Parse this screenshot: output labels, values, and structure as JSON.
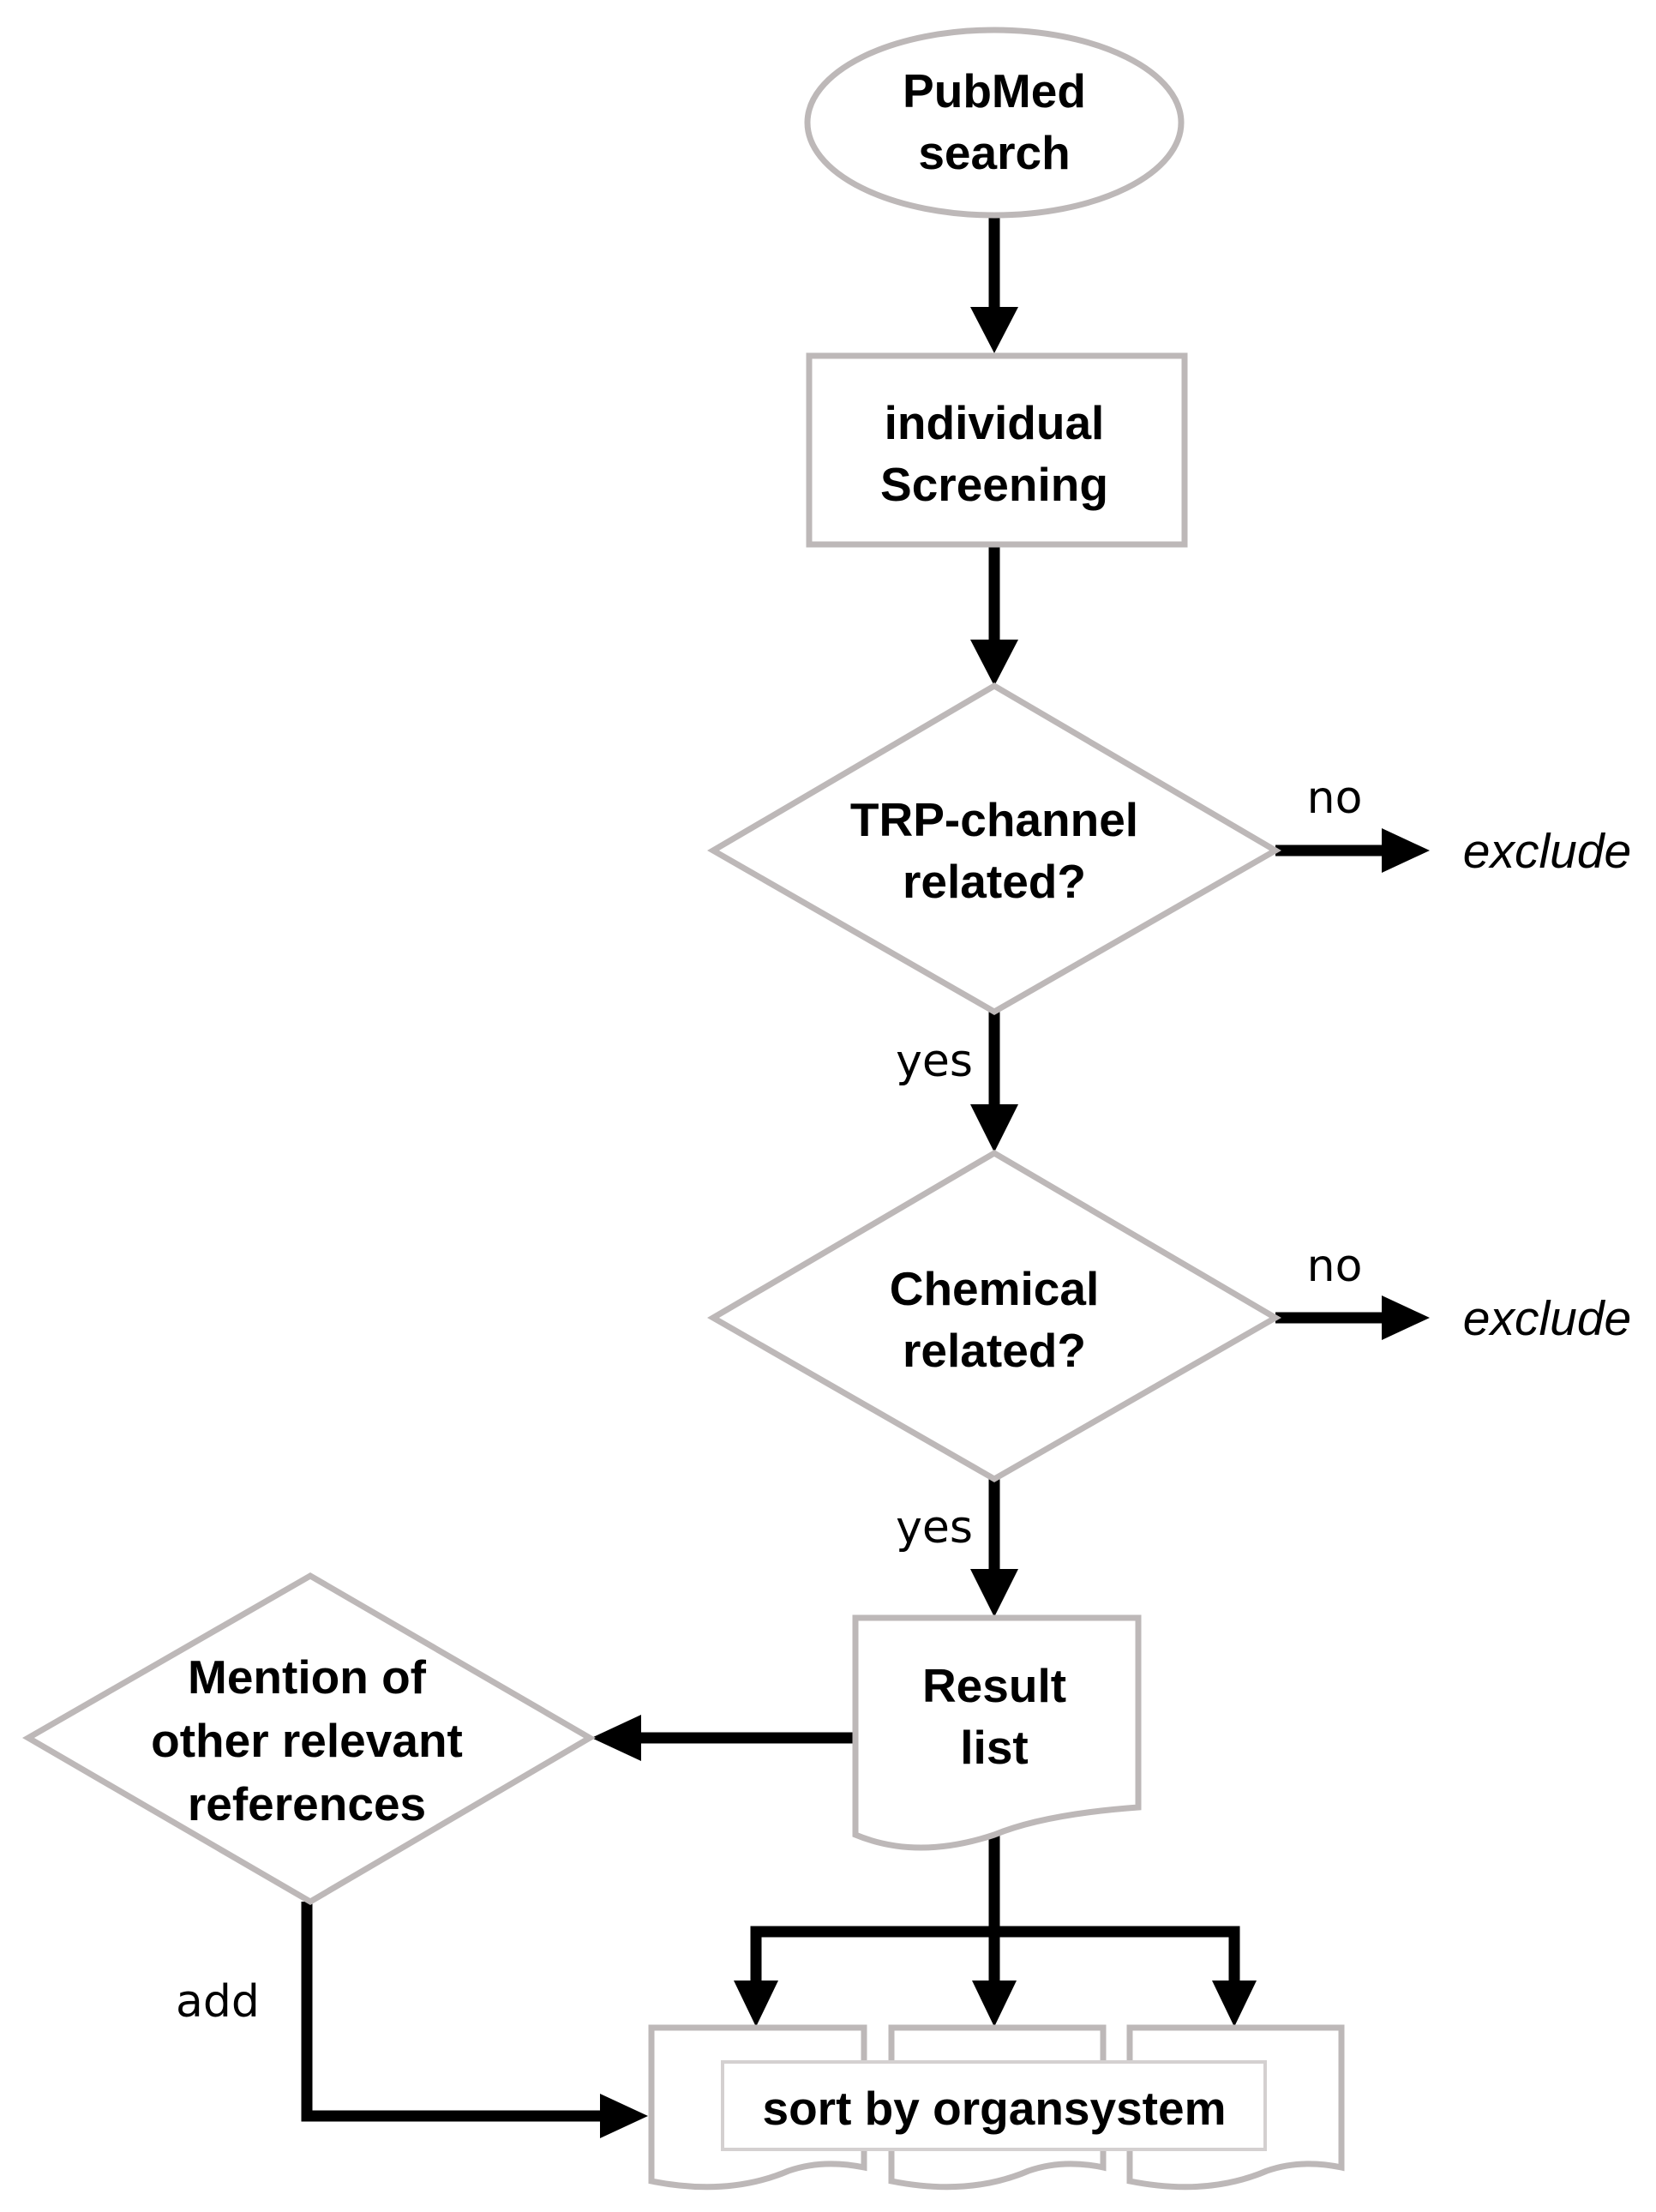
{
  "nodes": {
    "start": {
      "line1": "PubMed",
      "line2": "search"
    },
    "screening": {
      "line1": "individual",
      "line2": "Screening"
    },
    "decision_trp": {
      "line1": "TRP-channel",
      "line2": "related?"
    },
    "decision_chemical": {
      "line1": "Chemical",
      "line2": "related?"
    },
    "result_list": {
      "line1": "Result",
      "line2": "list"
    },
    "decision_mention": {
      "line1": "Mention of",
      "line2": "other relevant",
      "line3": "references"
    },
    "sort": {
      "label": "sort by organsystem"
    }
  },
  "edge_labels": {
    "trp_no": "no",
    "trp_exclude": "exclude",
    "trp_yes": "yes",
    "chem_no": "no",
    "chem_exclude": "exclude",
    "chem_yes": "yes",
    "mention_add": "add"
  }
}
